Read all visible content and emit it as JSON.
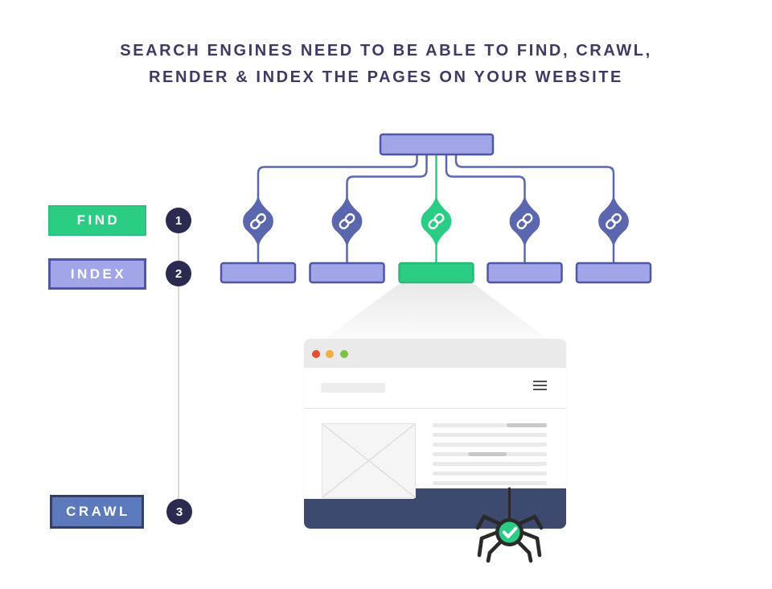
{
  "title": {
    "line1": "SEARCH ENGINES NEED TO BE ABLE TO FIND, CRAWL,",
    "line2": "RENDER & INDEX THE PAGES ON YOUR WEBSITE"
  },
  "steps": [
    {
      "number": "1",
      "label": "FIND",
      "box_color": "#2BCD84"
    },
    {
      "number": "2",
      "label": "INDEX",
      "box_color": "#A3A5E9"
    },
    {
      "number": "3",
      "label": "CRAWL",
      "box_color": "#5B79BB"
    }
  ],
  "sitemap_diagram": {
    "branch_count": 5,
    "highlighted_branch_index": 3,
    "node_icon": "chain-link-icon",
    "link_node_color": "#5A66AE",
    "page_node_color": "#A3A5E9",
    "highlight_color": "#2BCD84",
    "connector_color": "#5A66AE",
    "badge_color": "#2B2A51"
  },
  "browser_mockup": {
    "traffic_light_colors": [
      "#E3502F",
      "#F0B03F",
      "#7FC243"
    ],
    "toolbar_icons": [
      "search-bar",
      "hamburger-menu-icon"
    ],
    "skeleton_line_count": 7,
    "footer_color": "#3D4A6E",
    "crawler_icon": "spider-with-checkmark-icon",
    "checkmark_color": "#2BCD84"
  }
}
